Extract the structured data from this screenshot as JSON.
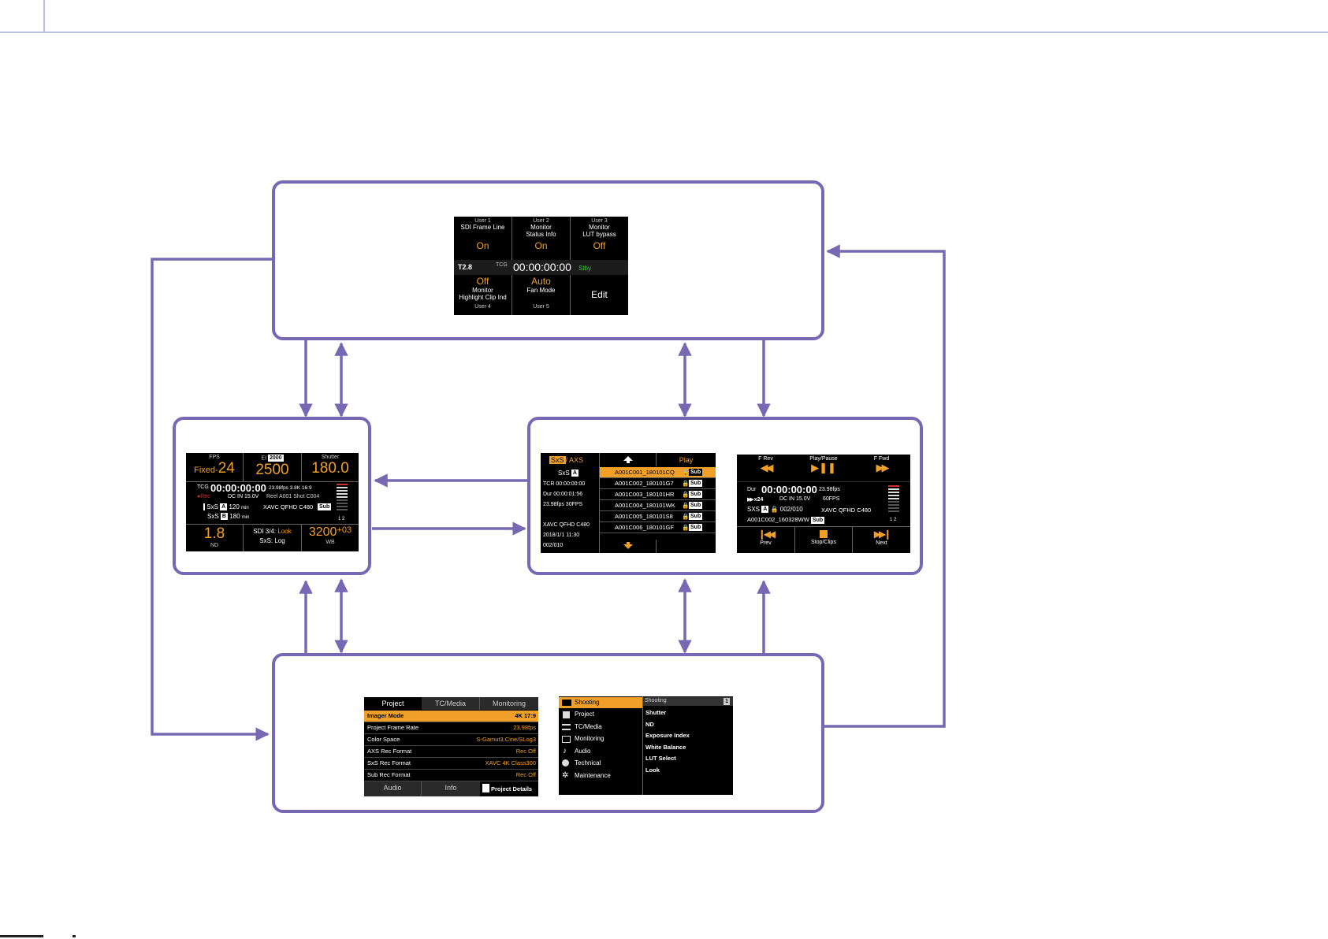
{
  "colors": {
    "frame": "#7668b3",
    "accent": "#f0a028",
    "status_green": "#3fbf3f",
    "screen_bg": "#000000"
  },
  "home_screen": {
    "users": [
      {
        "num": "User 1",
        "name": "SDI Frame Line",
        "value": "On"
      },
      {
        "num": "User 2",
        "name": "Monitor\nStatus Info",
        "value": "On"
      },
      {
        "num": "User 3",
        "name": "Monitor\nLUT bypass",
        "value": "Off"
      },
      {
        "num": "User 4",
        "name": "Monitor\nHighlight Clip Ind",
        "value": "Off"
      },
      {
        "num": "User 5",
        "name": "Fan Mode",
        "value": "Auto"
      }
    ],
    "iris": "T2.8",
    "tc_label": "TCG",
    "timecode": "00:00:00:00",
    "status": "Stby",
    "edit_label": "Edit"
  },
  "camera_screen": {
    "fps_label": "FPS",
    "fps_prefix": "Fixed-",
    "fps_value": "24",
    "ei_label": "EI",
    "ei_badge": "2000",
    "ei_value": "2500",
    "shutter_label": "Shutter",
    "shutter_value": "180.0",
    "tc_label": "TCG",
    "timecode": "00:00:00:00",
    "format": "23.98fps 3.8K 16:9",
    "rec_label": "Rec",
    "dc_in": "DC IN 15.0V",
    "reel": "Reel A001 Shot C004",
    "slot_a_label": "SxS",
    "slot_a_letter": "A",
    "slot_a_min": "120",
    "min_unit": "min",
    "codec": "XAVC QFHD C480",
    "sub_badge": "Sub",
    "slot_b_label": "SxS",
    "slot_b_letter": "B",
    "slot_b_min": "180",
    "meter_labels": "1 2",
    "nd_value": "1.8",
    "nd_label": "ND",
    "sdi_label": "SDI 3/4:",
    "sdi_value": "Look",
    "sxs_label": "SxS:",
    "sxs_value": "Log",
    "wb_value": "3200",
    "wb_offset": "+03",
    "wb_label": "WB"
  },
  "clip_list_screen": {
    "tab_active": "SxS",
    "tab_sep": "/ AXS",
    "slot_label": "SxS",
    "slot_letter": "A",
    "tcr": "TCR 00:00:00:00",
    "dur": "Dur 00:00:01:56",
    "rate": "23.98fps 30FPS",
    "codec": "XAVC QFHD C480",
    "date": "2018/1/1 11:30",
    "count": "002/010",
    "play_label": "Play",
    "clips": [
      "A001C001_180101CQ",
      "A001C002_180101G7",
      "A001C003_180101HR",
      "A001C004_180101WK",
      "A001C005_180101S8",
      "A001C006_180101GF"
    ],
    "sub_badge": "Sub"
  },
  "playback_screen": {
    "frev_label": "F Rev",
    "playpause_label": "Play/Pause",
    "ffwd_label": "F Fwd",
    "dur_label": "Dur",
    "timecode": "00:00:00:00",
    "rate": "23.98fps",
    "speed": "x24",
    "dc_in": "DC IN 15.0V",
    "fps": "60FPS",
    "slot_label": "SXS",
    "slot_letter": "A",
    "clip_count": "002/010",
    "codec": "XAVC QFHD C480",
    "clip_name": "A001C002_160328WW",
    "sub_badge": "Sub",
    "meter_labels": "1 2",
    "prev_label": "Prev",
    "stop_label": "Stop/Clips",
    "next_label": "Next"
  },
  "project_menu": {
    "tabs": [
      "Project",
      "TC/Media",
      "Monitoring"
    ],
    "rows": [
      {
        "label": "Imager Mode",
        "value": "4K 17:9"
      },
      {
        "label": "Project Frame Rate",
        "value": "23.98fps"
      },
      {
        "label": "Color Space",
        "value": "S-Gamut3.Cine/SLog3"
      },
      {
        "label": "AXS Rec Format",
        "value": "Rec Off"
      },
      {
        "label": "SxS Rec Format",
        "value": "XAVC 4K Class300"
      },
      {
        "label": "Sub Rec Format",
        "value": "Rec Off"
      }
    ],
    "bottom_tabs": [
      "Audio",
      "Info",
      "Project Details"
    ]
  },
  "full_menu": {
    "items": [
      {
        "label": "Shooting",
        "icon": "camera-icon"
      },
      {
        "label": "Project",
        "icon": "clapper-icon"
      },
      {
        "label": "TC/Media",
        "icon": "media-icon"
      },
      {
        "label": "Monitoring",
        "icon": "monitor-icon"
      },
      {
        "label": "Audio",
        "icon": "note-icon"
      },
      {
        "label": "Technical",
        "icon": "technical-icon"
      },
      {
        "label": "Maintenance",
        "icon": "gear-icon"
      }
    ],
    "sub_header": "Shooting",
    "sub_page": "1",
    "sub_items": [
      "Shutter",
      "ND",
      "Exposure Index",
      "White Balance",
      "LUT Select",
      "Look"
    ]
  }
}
